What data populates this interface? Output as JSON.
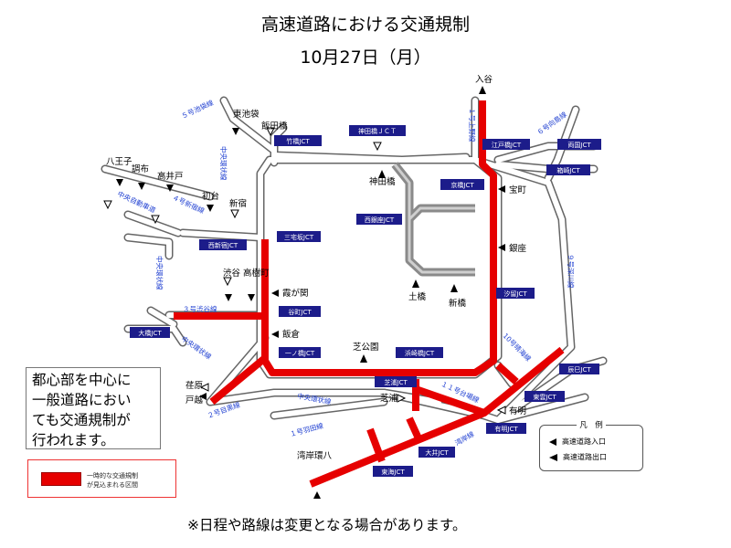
{
  "header": {
    "title": "高速道路における交通規制",
    "date": "10月27日（月）"
  },
  "notice": {
    "lines": [
      "都心部を中心に",
      "一般道路におい",
      "ても交通規制が",
      "行われます。"
    ]
  },
  "legend_box": {
    "line1": "一時的な交通規制",
    "line2": "が見込まれる区間",
    "color": "#e60000"
  },
  "hanrei": {
    "title": "凡　例",
    "entrance": "高速道路入口",
    "exit": "高速道路出口"
  },
  "footer": "※日程や路線は変更となる場合があります。",
  "junctions": {
    "takebashi": "竹橋JCT",
    "kandabashi": "神田橋ＪＣＴ",
    "edobashi": "江戸橋JCT",
    "ryogoku": "両国JCT",
    "hakozaki": "箱崎JCT",
    "kyobashi": "京橋JCT",
    "nishiginza": "西銀座JCT",
    "miyakezaka": "三宅坂JCT",
    "nishishinjuku": "西新宿JCT",
    "tanimachi": "谷町JCT",
    "ichinohashi": "一ノ橋JCT",
    "hamazakibashi": "浜崎橋JCT",
    "shiodome": "汐留JCT",
    "ohashi": "大橋JCT",
    "shibaura": "芝浦JCT",
    "tatsumi": "辰巳JCT",
    "shiokaze": "東雲JCT",
    "ariake": "有明JCT",
    "oi": "大井JCT",
    "tokai": "東海JCT"
  },
  "places": {
    "iriya": "入谷",
    "higashiikebukuro": "東池袋",
    "iidabashi": "飯田橋",
    "kandabashi": "神田橋",
    "takaracho": "宝町",
    "ginza": "銀座",
    "tsuchihashi": "土橋",
    "shinbashi": "新橋",
    "hachioji": "八王子",
    "chofu": "調布",
    "takaido": "高井戸",
    "hatsudai": "初台",
    "shinjuku": "新宿",
    "kasumigaseki": "霞が関",
    "shibuya": "渋谷",
    "takagicho": "高樹町",
    "iikura": "飯倉",
    "shibakoen": "芝公園",
    "ebara": "荏原",
    "togoshi": "戸越",
    "shibaura": "芝浦",
    "ariake": "有明",
    "wangankanpachi": "湾岸環八"
  },
  "routes": {
    "r1ueno": "１号上野線",
    "r6mukojima": "６号向島線",
    "r5ikebukuro": "５号池袋線",
    "chuokanjo_n": "中央環状線",
    "chuo_expressway": "中央自動車道",
    "r4shinjuku": "４号新宿線",
    "chuokanjo_w": "中央環状線",
    "r3shibuya": "３号渋谷線",
    "r2meguro": "２号目黒線",
    "chuokanjo_s": "中央環状線",
    "r1haneda": "１号羽田線",
    "r9fukagawa": "９号深川線",
    "r10harumi": "10号晴海線",
    "r11daiba": "１１号台場線",
    "wangan": "湾岸線"
  },
  "colors": {
    "restriction": "#e60000",
    "road": "#777777",
    "road_inner": "#ffffff",
    "loop": "#8a8a8a",
    "jct_box": "#1c1c8a",
    "route_text": "#1f3fd1"
  }
}
